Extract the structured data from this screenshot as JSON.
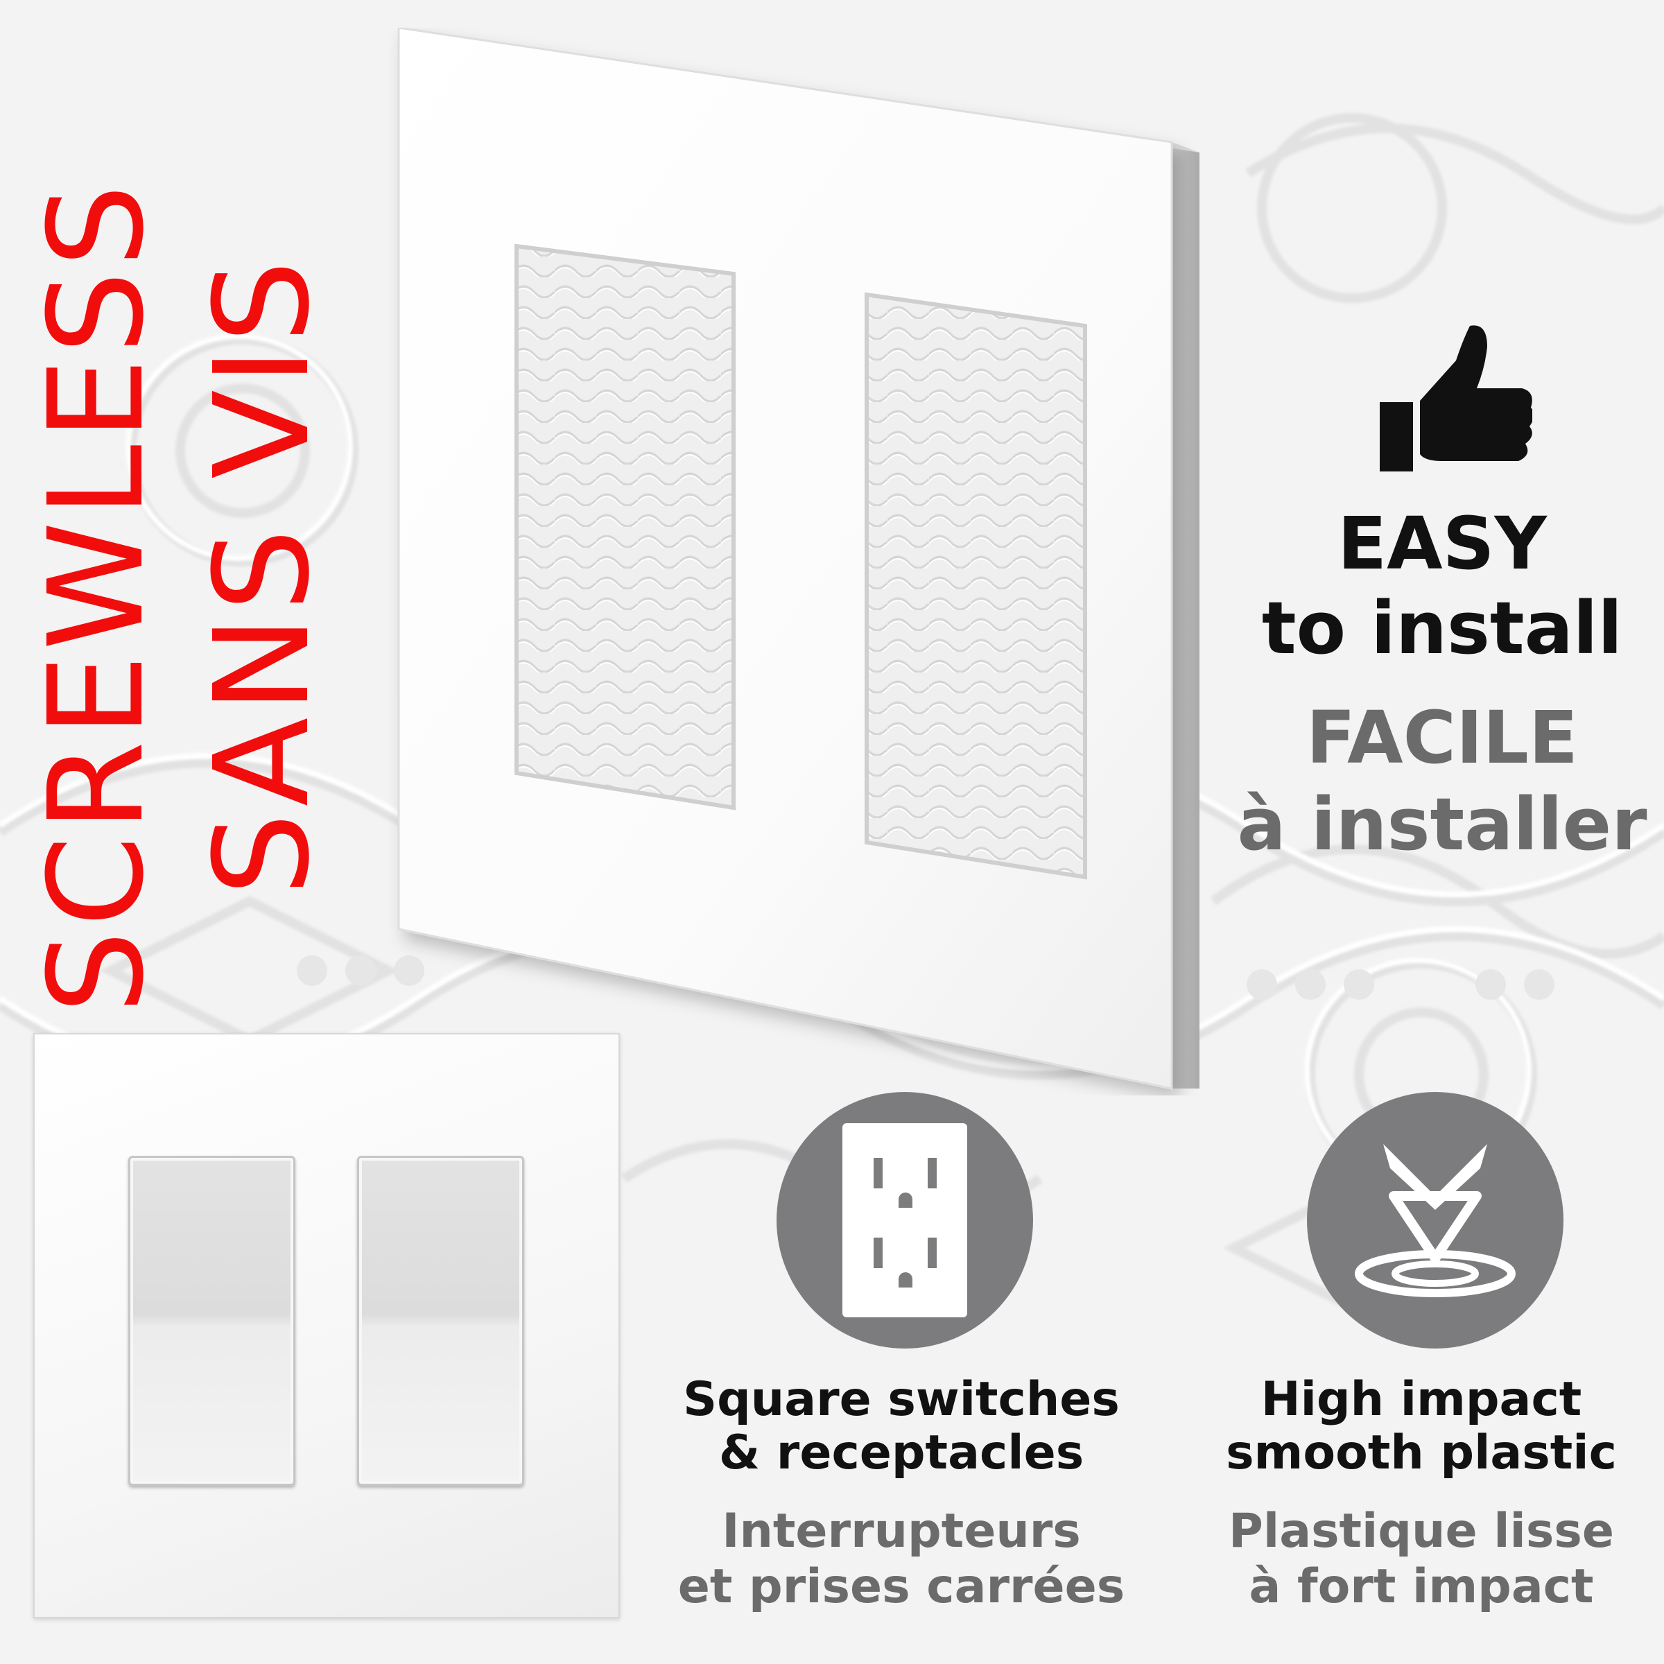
{
  "headline": {
    "english": "SCREWLESS",
    "french": "SANS VIS",
    "color": "#f20d0d"
  },
  "features": {
    "easy_install": {
      "icon": "thumbs-up-icon",
      "title_en": "EASY",
      "subtitle_en": "to install",
      "title_fr": "FACILE",
      "subtitle_fr": "à installer"
    },
    "square_switches": {
      "icon": "receptacle-icon",
      "line1_en": "Square switches",
      "line2_en": "& receptacles",
      "line1_fr": "Interrupteurs",
      "line2_fr": "et prises carrées"
    },
    "high_impact": {
      "icon": "impact-arrow-icon",
      "line1_en": "High impact",
      "line2_en": "smooth plastic",
      "line1_fr": "Plastique lisse",
      "line2_fr": "à fort impact"
    }
  },
  "colors": {
    "english_text": "#111111",
    "french_text": "#6b6b6b",
    "icon_circle": "#7c7c7e"
  }
}
